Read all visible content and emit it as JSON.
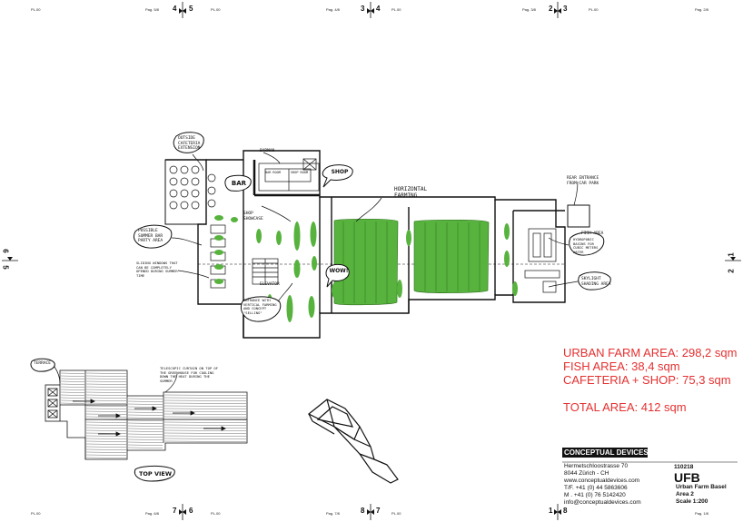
{
  "sheet": {
    "top_labels": [
      "PL.00",
      "Pag. 5/8",
      "PL.00",
      "Pag. 4/8",
      "PL.00",
      "Pag. 3/8",
      "PL.00",
      "Pag. 2/8"
    ],
    "bottom_labels": [
      "PL.00",
      "Pag. 6/8",
      "PL.00",
      "Pag. 7/8",
      "PL.00",
      "Pag. 1/8"
    ],
    "marks": {
      "t1": "4",
      "t2": "5",
      "t3": "3",
      "t4": "4",
      "t5": "2",
      "t6": "3",
      "b1": "7",
      "b2": "6",
      "b3": "8",
      "b4": "7",
      "b5": "1",
      "b6": "8",
      "l1": "6",
      "l2": "5",
      "r1": "1",
      "r2": "2"
    }
  },
  "annotations": {
    "outside_cafeteria": "OUTSIDE CAFETERIA EXTENSION",
    "bar_label": "BAR",
    "barman": "BARMAN",
    "bar_room": "BAR ROOM",
    "shop_room": "SHOP ROOM",
    "shop_label": "SHOP",
    "horizontal_farming": "HORIZONTAL FARMING",
    "rear_entrance": "REAR ENTRANCE FROM CAR PARK",
    "fish_area": "FISH AREA",
    "aquaponic": "HYDROPONIC BASINS FOR CUBIC METERS WATER",
    "skylight": "SKYLIGHT SHADING AREA",
    "possible_summer": "POSSIBLE SUMMER BAR PARTY AREA",
    "sliding_windows": "SLIDING WINDOWS THAT CAN BE COMPLETELY OPENED DURING SUMMER TIME",
    "shop_showcase": "SHOP SHOWCASE",
    "elevator": "ELEVATOR",
    "wow": "WOW!",
    "entrance": "ENTRANCE WITH VERTICAL FARMING AND CONCEPT \"SELLING\"",
    "terrace": "TERRACE",
    "telescopic": "TELESCOPIC CURTAIN ON TOP OF THE GREENHOUSE FOR COOLING DOWN THE HEAT DURING THE SUMMER",
    "top_view": "TOP VIEW"
  },
  "areas": {
    "urban_farm": "URBAN FARM AREA: 298,2 sqm",
    "fish": "FISH AREA: 38,4 sqm",
    "cafeteria": "CAFETERIA + SHOP: 75,3 sqm",
    "total": "TOTAL AREA: 412 sqm"
  },
  "title_block": {
    "company": "CONCEPTUAL DEVICES",
    "address1": "Hermetschloostrasse 70",
    "address2": "8044 Zürich - CH",
    "web": "www.conceptualdevices.com",
    "tel": "T/F. +41 (0) 44 5863606",
    "mobile": "M . +41 (0) 76 5142420",
    "email": "info@conceptualdevices.com",
    "project_no": "110218",
    "project_code": "UFB",
    "project_name": "Urban Farm Basel",
    "area": "Area 2",
    "scale": "Scale 1:200"
  },
  "colors": {
    "green": "#57b33d",
    "red": "#e53030",
    "ink": "#111111"
  }
}
